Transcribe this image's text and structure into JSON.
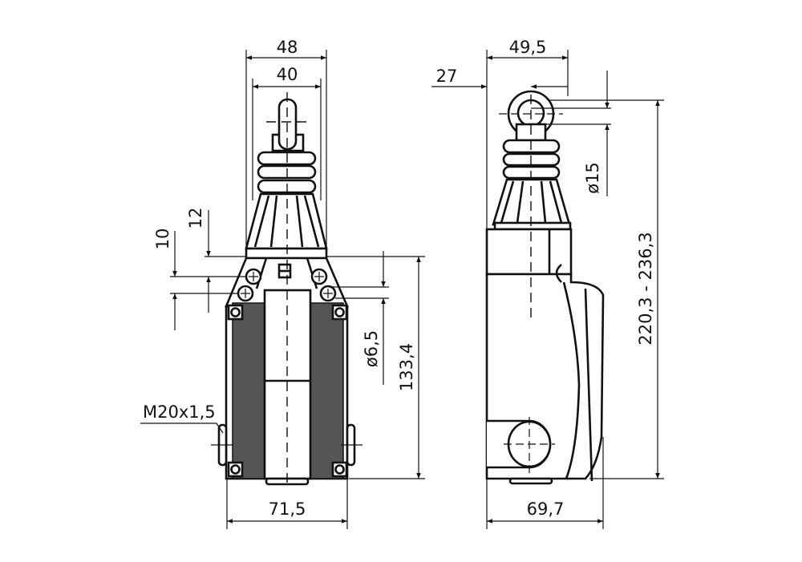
{
  "drawing": {
    "front_view": {
      "width_top_outer": "48",
      "width_top_inner": "40",
      "dim_12": "12",
      "dim_10": "10",
      "hole_diameter": "ø6,5",
      "height_body": "133,4",
      "thread": "M20x1,5",
      "width_body": "71,5"
    },
    "side_view": {
      "width_top": "49,5",
      "offset": "27",
      "roller_diameter": "ø15",
      "total_height": "220,3 - 236,3",
      "depth_body": "69,7"
    }
  }
}
